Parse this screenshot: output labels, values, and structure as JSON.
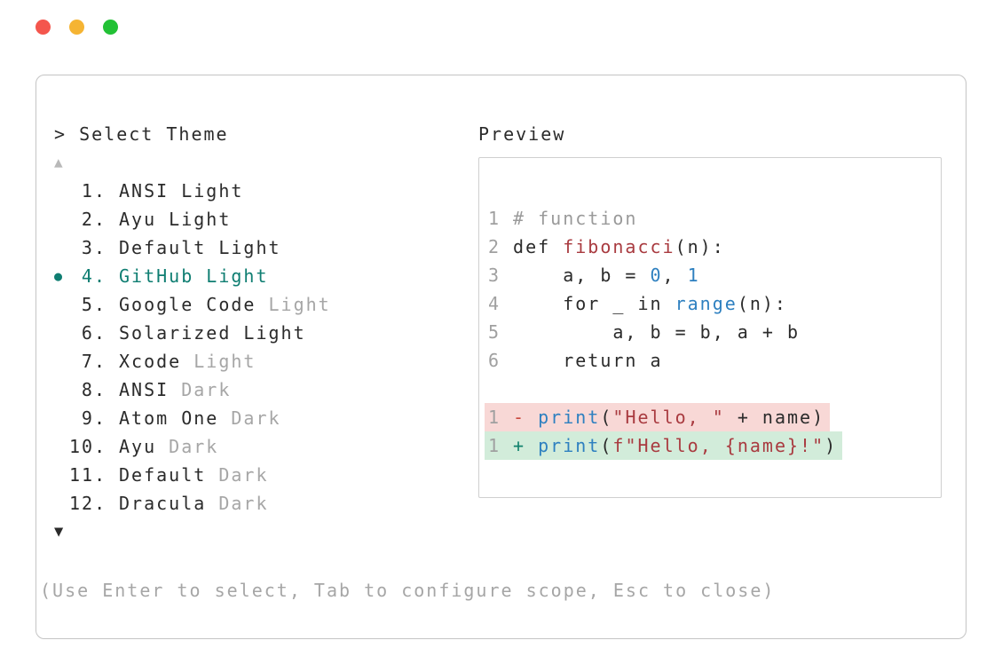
{
  "colors": {
    "traffic_red": "#f4564d",
    "traffic_yellow": "#f5b433",
    "traffic_green": "#22c135",
    "panel_border": "#c4c4c4",
    "text": "#2b2b2b",
    "muted": "#a6a6a6",
    "accent_teal": "#0f7e72",
    "lineno": "#a0a0a0",
    "comment": "#9a9a9a",
    "code_red": "#a93b40",
    "code_blue": "#2e80c0",
    "removed_marker": "#c8473c",
    "added_marker": "#12826d",
    "removed_bg": "#f8d8d6",
    "added_bg": "#d2ecda"
  },
  "prompt": {
    "label": "> Select Theme"
  },
  "theme_list": {
    "scroll_up_symbol": "▲",
    "scroll_down_symbol": "▼",
    "selected_bullet": "●",
    "items": [
      {
        "number": "1.",
        "name": "ANSI Light",
        "muted_suffix": "",
        "selected": false
      },
      {
        "number": "2.",
        "name": "Ayu Light",
        "muted_suffix": "",
        "selected": false
      },
      {
        "number": "3.",
        "name": "Default Light",
        "muted_suffix": "",
        "selected": false
      },
      {
        "number": "4.",
        "name": "GitHub Light",
        "muted_suffix": "",
        "selected": true
      },
      {
        "number": "5.",
        "name": "Google Code ",
        "muted_suffix": "Light",
        "selected": false
      },
      {
        "number": "6.",
        "name": "Solarized Light",
        "muted_suffix": "",
        "selected": false
      },
      {
        "number": "7.",
        "name": "Xcode ",
        "muted_suffix": "Light",
        "selected": false
      },
      {
        "number": "8.",
        "name": "ANSI ",
        "muted_suffix": "Dark",
        "selected": false
      },
      {
        "number": "9.",
        "name": "Atom One ",
        "muted_suffix": "Dark",
        "selected": false
      },
      {
        "number": "10.",
        "name": "Ayu ",
        "muted_suffix": "Dark",
        "selected": false
      },
      {
        "number": "11.",
        "name": "Default ",
        "muted_suffix": "Dark",
        "selected": false
      },
      {
        "number": "12.",
        "name": "Dracula ",
        "muted_suffix": "Dark",
        "selected": false
      }
    ]
  },
  "preview": {
    "title": "Preview",
    "lines": [
      {
        "no": "1",
        "bg": null,
        "tokens": [
          {
            "t": "# function",
            "c": "comment"
          }
        ]
      },
      {
        "no": "2",
        "bg": null,
        "tokens": [
          {
            "t": "def ",
            "c": "plain"
          },
          {
            "t": "fibonacci",
            "c": "red"
          },
          {
            "t": "(n):",
            "c": "plain"
          }
        ]
      },
      {
        "no": "3",
        "bg": null,
        "tokens": [
          {
            "t": "    a, b = ",
            "c": "plain"
          },
          {
            "t": "0",
            "c": "blue"
          },
          {
            "t": ", ",
            "c": "plain"
          },
          {
            "t": "1",
            "c": "blue"
          }
        ]
      },
      {
        "no": "4",
        "bg": null,
        "tokens": [
          {
            "t": "    for _ in ",
            "c": "plain"
          },
          {
            "t": "range",
            "c": "blue"
          },
          {
            "t": "(n):",
            "c": "plain"
          }
        ]
      },
      {
        "no": "5",
        "bg": null,
        "tokens": [
          {
            "t": "        a, b = b, a + b",
            "c": "plain"
          }
        ]
      },
      {
        "no": "6",
        "bg": null,
        "tokens": [
          {
            "t": "    return a",
            "c": "plain"
          }
        ]
      },
      {
        "no": "",
        "bg": null,
        "tokens": []
      },
      {
        "no": "1",
        "bg": "removed",
        "tokens": [
          {
            "t": "- ",
            "c": "removed-marker"
          },
          {
            "t": "print",
            "c": "blue"
          },
          {
            "t": "(",
            "c": "plain"
          },
          {
            "t": "\"Hello, \"",
            "c": "red"
          },
          {
            "t": " + name)",
            "c": "plain"
          }
        ]
      },
      {
        "no": "1",
        "bg": "added",
        "tokens": [
          {
            "t": "+ ",
            "c": "added-marker"
          },
          {
            "t": "print",
            "c": "blue"
          },
          {
            "t": "(",
            "c": "plain"
          },
          {
            "t": "f\"Hello, {name}!\"",
            "c": "red"
          },
          {
            "t": ")",
            "c": "plain"
          }
        ]
      }
    ]
  },
  "help_text": "(Use Enter to select, Tab to configure scope, Esc to close)"
}
